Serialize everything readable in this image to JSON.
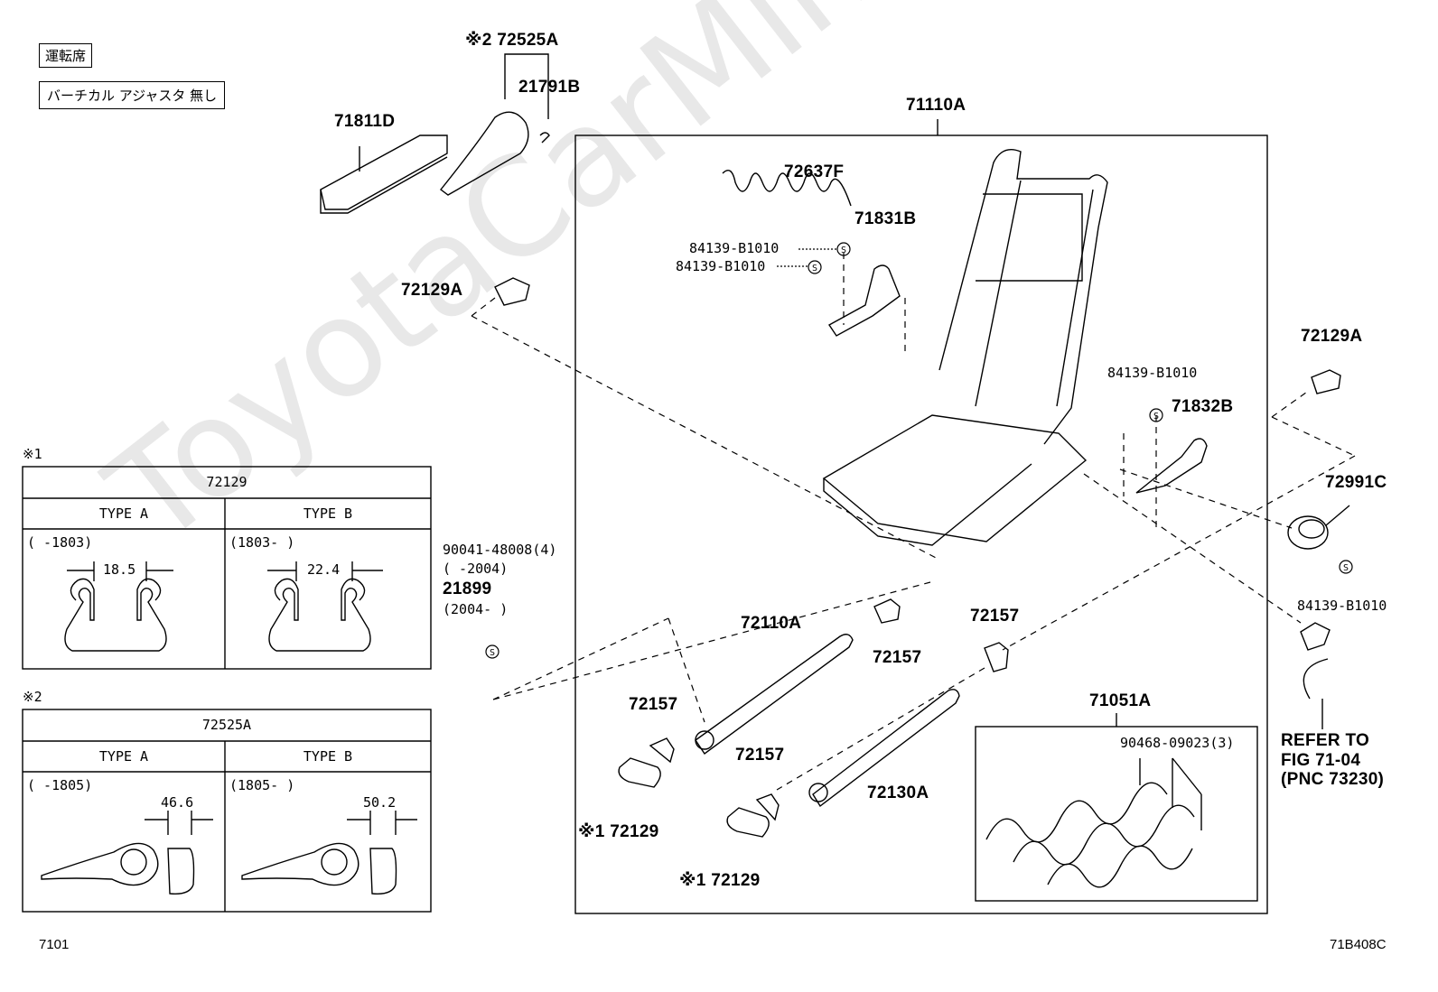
{
  "watermark": "ToyotaCarMine.ru",
  "header": {
    "seat_tag": "運転席",
    "option_tag": "バーチカル アジャスタ 無し"
  },
  "parts": {
    "p71811D": "71811D",
    "p72525A": "※2 72525A",
    "p21791B": "21791B",
    "p71110A": "71110A",
    "p72637F": "72637F",
    "p71831B": "71831B",
    "p84139a": "84139-B1010",
    "p84139b": "84139-B1010",
    "p84139c": "84139-B1010",
    "p84139d": "84139-B1010",
    "p72129A_left": "72129A",
    "p72129A_right": "72129A",
    "p71832B": "71832B",
    "p72991C": "72991C",
    "p90041": "90041-48008(4)",
    "p90041_range": "(    -2004)",
    "p21899": "21899",
    "p21899_range": "(2004-    )",
    "p72110A": "72110A",
    "p72157a": "72157",
    "p72157b": "72157",
    "p72157c": "72157",
    "p72157d": "72157",
    "p72129_1": "※1 72129",
    "p72129_2": "※1 72129",
    "p72130A": "72130A",
    "p71051A": "71051A",
    "p90468": "90468-09023(3)",
    "refer1": "REFER TO",
    "refer2": "FIG 71-04",
    "refer3": "(PNC 73230)"
  },
  "table1": {
    "mark": "※1",
    "title": "72129",
    "col_a": "TYPE A",
    "col_b": "TYPE B",
    "range_a": "(     -1803)",
    "range_b": "(1803-     )",
    "dim_a": "18.5",
    "dim_b": "22.4"
  },
  "table2": {
    "mark": "※2",
    "title": "72525A",
    "col_a": "TYPE A",
    "col_b": "TYPE B",
    "range_a": "(     -1805)",
    "range_b": "(1805-     )",
    "dim_a": "46.6",
    "dim_b": "50.2"
  },
  "footer": {
    "page": "7101",
    "code": "71B408C"
  }
}
